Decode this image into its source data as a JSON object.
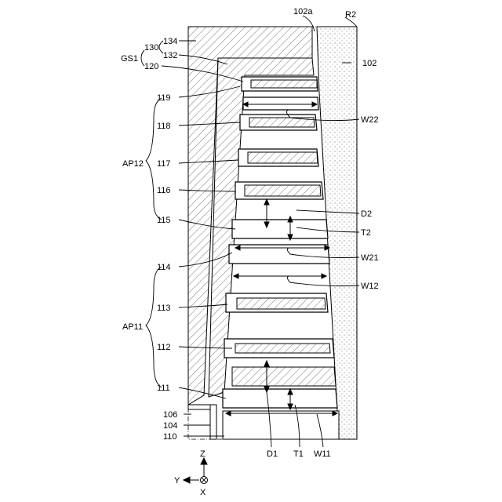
{
  "labels": {
    "l102a": "102a",
    "lR2": "R2",
    "l134": "134",
    "l130": "130",
    "l132": "132",
    "lGS1": "GS1",
    "l120": "120",
    "l102": "102",
    "l119": "119",
    "lW22": "W22",
    "l118": "118",
    "lAP12": "AP12",
    "l117": "117",
    "l116": "116",
    "lD2": "D2",
    "l115": "115",
    "lT2": "T2",
    "lW21": "W21",
    "l114": "114",
    "lW12": "W12",
    "l113": "113",
    "lAP11": "AP11",
    "l112": "112",
    "l111": "111",
    "l106": "106",
    "l104": "104",
    "l110": "110",
    "lD1": "D1",
    "lT1": "T1",
    "lW11": "W11"
  },
  "axes": {
    "z": "Z",
    "y": "Y",
    "x": "X"
  },
  "colors": {
    "line": "#000000",
    "background": "#ffffff",
    "stipple": "#9a9a9a"
  }
}
